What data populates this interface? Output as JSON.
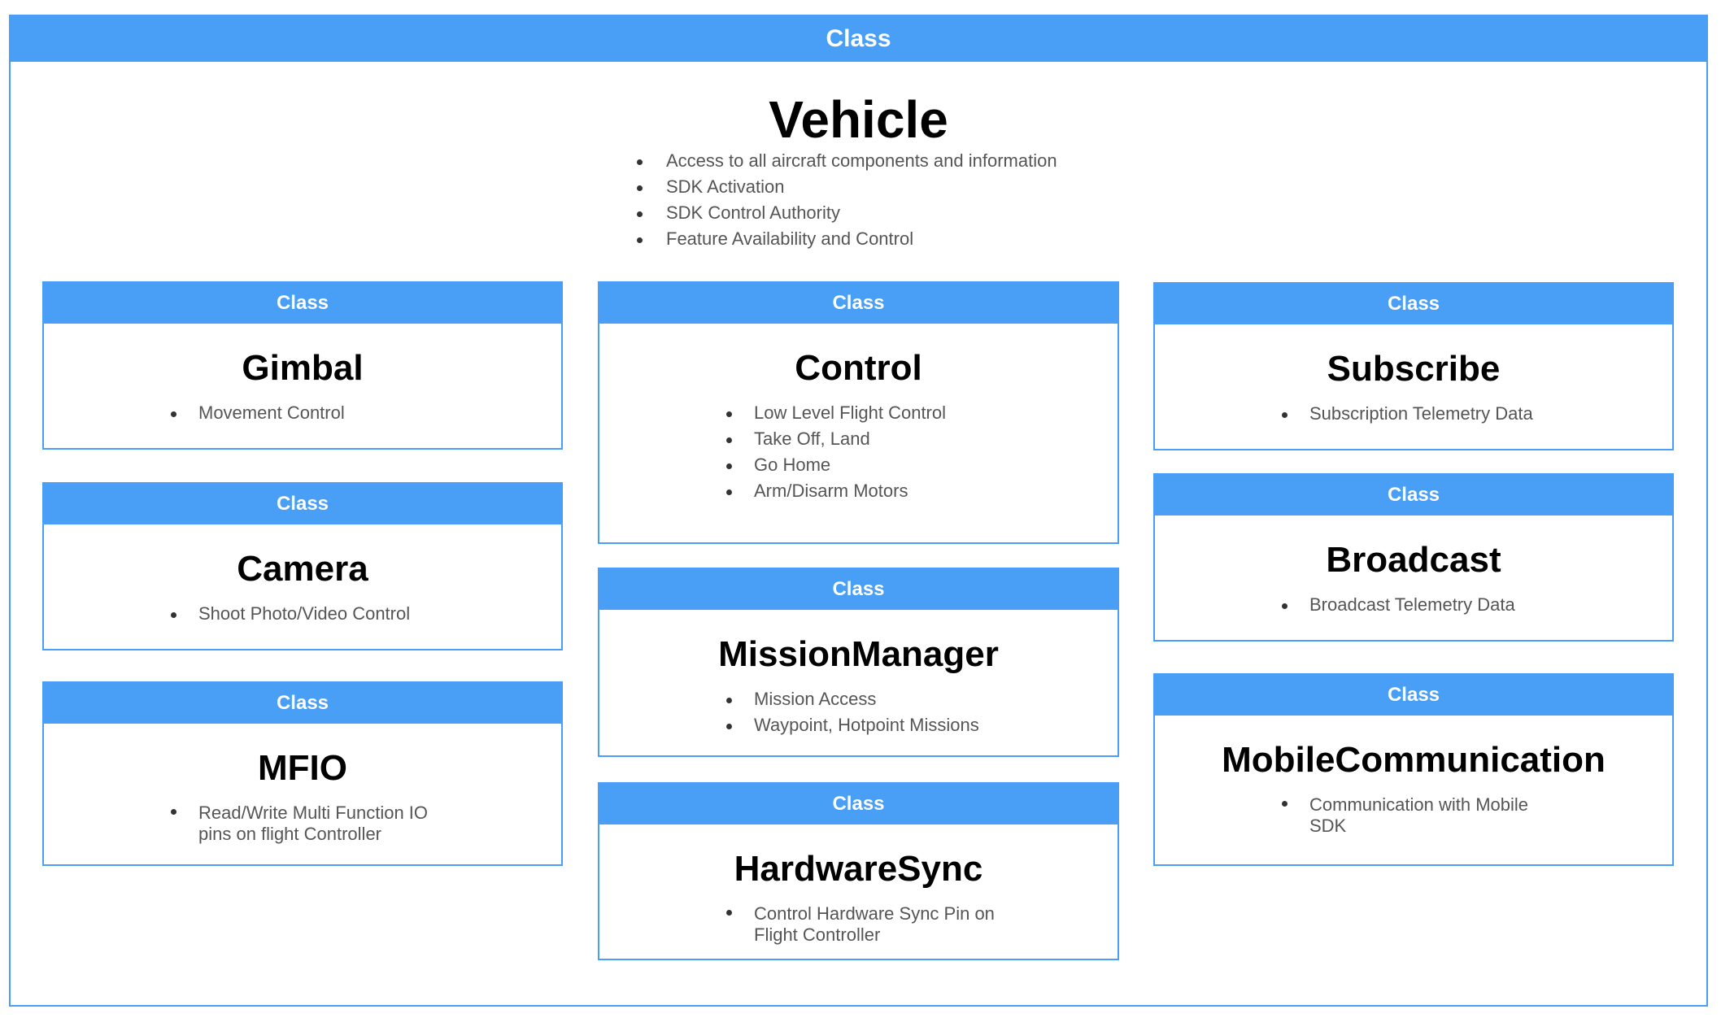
{
  "vehicle": {
    "header": "Class",
    "name": "Vehicle",
    "features": [
      "Access to all aircraft components and information",
      "SDK Activation",
      "SDK Control Authority",
      "Feature Availability and Control"
    ]
  },
  "classes": {
    "gimbal": {
      "header": "Class",
      "name": "Gimbal",
      "features": [
        "Movement Control"
      ]
    },
    "camera": {
      "header": "Class",
      "name": "Camera",
      "features": [
        "Shoot Photo/Video Control"
      ]
    },
    "mfio": {
      "header": "Class",
      "name": "MFIO",
      "features": [
        "Read/Write Multi Function IO pins on flight Controller"
      ]
    },
    "control": {
      "header": "Class",
      "name": "Control",
      "features": [
        "Low Level Flight Control",
        "Take Off, Land",
        "Go Home",
        "Arm/Disarm Motors"
      ]
    },
    "missionmanager": {
      "header": "Class",
      "name": "MissionManager",
      "features": [
        "Mission Access",
        "Waypoint, Hotpoint Missions"
      ]
    },
    "hardwaresync": {
      "header": "Class",
      "name": "HardwareSync",
      "features": [
        "Control Hardware Sync Pin on Flight Controller"
      ]
    },
    "subscribe": {
      "header": "Class",
      "name": "Subscribe",
      "features": [
        "Subscription Telemetry Data"
      ]
    },
    "broadcast": {
      "header": "Class",
      "name": "Broadcast",
      "features": [
        "Broadcast Telemetry Data"
      ]
    },
    "mobilecommunication": {
      "header": "Class",
      "name": "MobileCommunication",
      "features": [
        "Communication with Mobile SDK"
      ]
    }
  }
}
